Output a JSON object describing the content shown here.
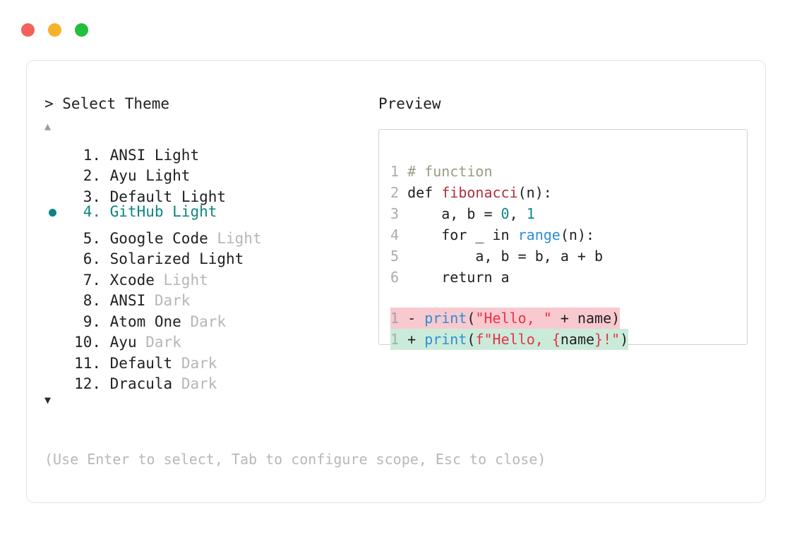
{
  "window": {
    "dots": [
      {
        "name": "close",
        "color": "#f2615a"
      },
      {
        "name": "minimize",
        "color": "#f5b32a"
      },
      {
        "name": "maximize",
        "color": "#22be3c"
      }
    ]
  },
  "prompt": {
    "title": "> Select Theme",
    "scroll_up_icon": "▲",
    "scroll_down_icon": "▼",
    "hint": "(Use Enter to select, Tab to configure scope, Esc to close)"
  },
  "themes": {
    "selected_index": 4,
    "selected_marker": "●",
    "accent_color": "#0e8582",
    "items": [
      {
        "num": "1.",
        "name": "ANSI",
        "suffix": "Light",
        "suffix_muted": false,
        "selected": false
      },
      {
        "num": "2.",
        "name": "Ayu",
        "suffix": "Light",
        "suffix_muted": false,
        "selected": false
      },
      {
        "num": "3.",
        "name": "Default",
        "suffix": "Light",
        "suffix_muted": false,
        "selected": false
      },
      {
        "num": "4.",
        "name": "GitHub",
        "suffix": "Light",
        "suffix_muted": false,
        "selected": true
      },
      {
        "num": "5.",
        "name": "Google Code",
        "suffix": "Light",
        "suffix_muted": true,
        "selected": false
      },
      {
        "num": "6.",
        "name": "Solarized",
        "suffix": "Light",
        "suffix_muted": false,
        "selected": false
      },
      {
        "num": "7.",
        "name": "Xcode",
        "suffix": "Light",
        "suffix_muted": true,
        "selected": false
      },
      {
        "num": "8.",
        "name": "ANSI",
        "suffix": "Dark",
        "suffix_muted": true,
        "selected": false
      },
      {
        "num": "9.",
        "name": "Atom One",
        "suffix": "Dark",
        "suffix_muted": true,
        "selected": false
      },
      {
        "num": "10.",
        "name": "Ayu",
        "suffix": "Dark",
        "suffix_muted": true,
        "selected": false
      },
      {
        "num": "11.",
        "name": "Default",
        "suffix": "Dark",
        "suffix_muted": true,
        "selected": false
      },
      {
        "num": "12.",
        "name": "Dracula",
        "suffix": "Dark",
        "suffix_muted": true,
        "selected": false
      }
    ]
  },
  "preview": {
    "title": "Preview",
    "code_lines": [
      {
        "ln": "1",
        "tokens": [
          {
            "t": "# function",
            "c": "comment"
          }
        ]
      },
      {
        "ln": "2",
        "tokens": [
          {
            "t": "def ",
            "c": "kw"
          },
          {
            "t": "fibonacci",
            "c": "fn-def"
          },
          {
            "t": "(n):",
            "c": "plain"
          }
        ]
      },
      {
        "ln": "3",
        "tokens": [
          {
            "t": "    a, b = ",
            "c": "plain"
          },
          {
            "t": "0",
            "c": "num"
          },
          {
            "t": ", ",
            "c": "plain"
          },
          {
            "t": "1",
            "c": "num"
          }
        ]
      },
      {
        "ln": "4",
        "tokens": [
          {
            "t": "    for _ in ",
            "c": "plain"
          },
          {
            "t": "range",
            "c": "builtin"
          },
          {
            "t": "(n):",
            "c": "plain"
          }
        ]
      },
      {
        "ln": "5",
        "tokens": [
          {
            "t": "        a, b = b, a + b",
            "c": "plain"
          }
        ]
      },
      {
        "ln": "6",
        "tokens": [
          {
            "t": "    return a",
            "c": "plain"
          }
        ]
      }
    ],
    "diff_lines": [
      {
        "ln": "1",
        "marker": "-",
        "kind": "del",
        "bg": "#f8c9ce",
        "tokens": [
          {
            "t": "print",
            "c": "builtin"
          },
          {
            "t": "(",
            "c": "plain"
          },
          {
            "t": "\"Hello, \"",
            "c": "str"
          },
          {
            "t": " + name)",
            "c": "plain"
          }
        ]
      },
      {
        "ln": "1",
        "marker": "+",
        "kind": "add",
        "bg": "#cbebda",
        "tokens": [
          {
            "t": "print",
            "c": "builtin"
          },
          {
            "t": "(",
            "c": "plain"
          },
          {
            "t": "f\"Hello, ",
            "c": "str"
          },
          {
            "t": "{",
            "c": "str"
          },
          {
            "t": "name",
            "c": "plain"
          },
          {
            "t": "}",
            "c": "str"
          },
          {
            "t": "!\"",
            "c": "str"
          },
          {
            "t": ")",
            "c": "plain"
          }
        ]
      }
    ]
  }
}
